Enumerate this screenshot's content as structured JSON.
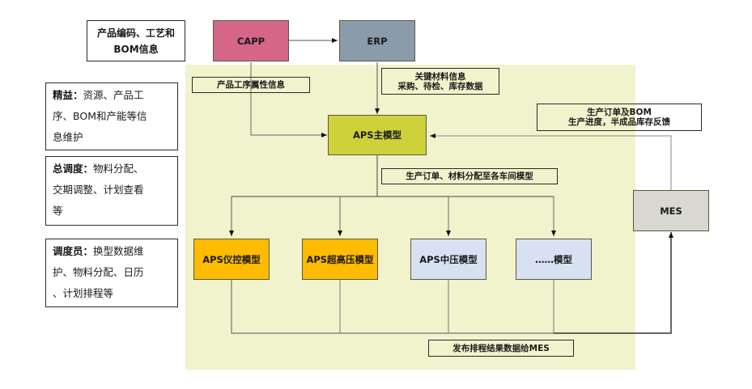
{
  "diagram": {
    "colors": {
      "panel_bg": "#f1f3cc",
      "capp": "#d5668a",
      "erp": "#8a9caa",
      "aps_main": "#cdd13a",
      "aps_orange": "#ffbb00",
      "aps_blue": "#d8e1f1",
      "mes": "#d8d8d0"
    },
    "source_info": {
      "line1": "产品编码、工艺和",
      "line2": "BOM信息"
    },
    "nodes": {
      "capp": "CAPP",
      "erp": "ERP",
      "aps_main": "APS主模型",
      "mes": "MES",
      "sub_models": [
        {
          "label": "APS仪控模型"
        },
        {
          "label": "APS超高压模型"
        },
        {
          "label": "APS中压模型"
        },
        {
          "label": "……模型"
        }
      ]
    },
    "edge_labels": {
      "capp_to_aps": "产品工序属性信息",
      "erp_to_aps_line1": "关键材料信息",
      "erp_to_aps_line2": "采购、待检、库存数据",
      "mes_to_aps_line1": "生产订单及BOM",
      "mes_to_aps_line2": "生产进度，半成品库存反馈",
      "aps_to_subs": "生产订单、材料分配至各车间模型",
      "subs_to_mes": "发布排程结果数据给MES"
    },
    "roles": [
      {
        "title": "精益：",
        "lines": [
          "资源、产品工",
          "序、BOM和产能等信",
          "息维护"
        ]
      },
      {
        "title": "总调度：",
        "lines": [
          "物料分配、",
          "交期调整、计划查看",
          "等"
        ]
      },
      {
        "title": "调度员：",
        "lines": [
          "换型数据维",
          "护、物料分配、日历",
          "、计划排程等"
        ]
      }
    ]
  }
}
